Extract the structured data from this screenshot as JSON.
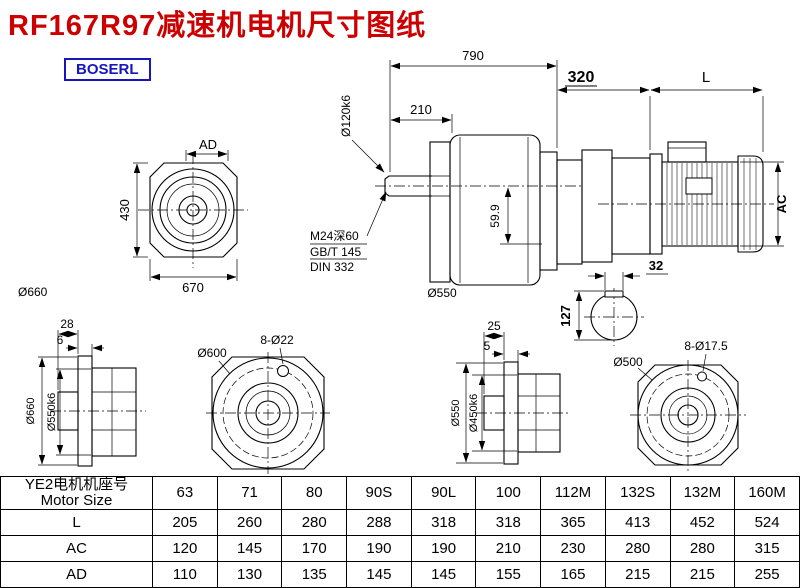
{
  "page": {
    "title": "RF167R97减速机电机尺寸图纸",
    "brand": "BOSERL"
  },
  "colors": {
    "title_red": "#cc0000",
    "brand_blue": "#1616bb",
    "line": "#000000"
  },
  "drawing": {
    "d790": "790",
    "d320": "320",
    "dL": "L",
    "d210": "210",
    "d120": "Ø120k6",
    "m24": "M24深60",
    "gbt145": "GB/T 145",
    "din332": "DIN 332",
    "d599": "59.9",
    "dAC": "AC",
    "d32": "32",
    "d127": "127",
    "d550main": "Ø550",
    "dAD": "AD",
    "d430": "430",
    "d670": "670",
    "d660front": "Ø660",
    "d28": "28",
    "d6": "6",
    "d660side": "Ø660",
    "d550k6": "Ø550k6",
    "d600": "Ø600",
    "h822": "8-Ø22",
    "d25": "25",
    "d5": "5",
    "d550side": "Ø550",
    "d450k6": "Ø450k6",
    "d500": "Ø500",
    "h8175": "8-Ø17.5"
  },
  "table": {
    "header_cn": "YE2电机机座号",
    "header_en": "Motor Size",
    "sizes": [
      "63",
      "71",
      "80",
      "90S",
      "90L",
      "100",
      "112M",
      "132S",
      "132M",
      "160M"
    ],
    "rows": [
      {
        "label": "L",
        "values": [
          "205",
          "260",
          "280",
          "288",
          "318",
          "318",
          "365",
          "413",
          "452",
          "524"
        ]
      },
      {
        "label": "AC",
        "values": [
          "120",
          "145",
          "170",
          "190",
          "190",
          "210",
          "230",
          "280",
          "280",
          "315"
        ]
      },
      {
        "label": "AD",
        "values": [
          "110",
          "130",
          "135",
          "145",
          "145",
          "155",
          "165",
          "215",
          "215",
          "255"
        ]
      }
    ]
  }
}
